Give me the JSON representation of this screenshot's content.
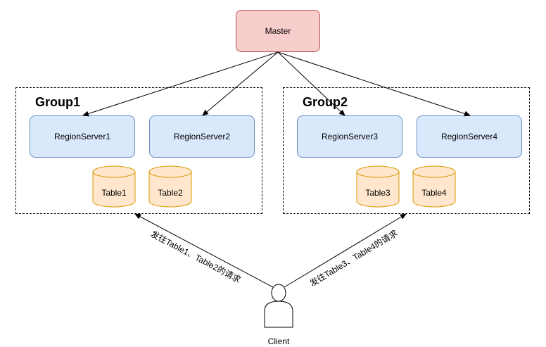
{
  "master": {
    "label": "Master"
  },
  "groups": [
    {
      "label": "Group1"
    },
    {
      "label": "Group2"
    }
  ],
  "region_servers": [
    {
      "label": "RegionServer1"
    },
    {
      "label": "RegionServer2"
    },
    {
      "label": "RegionServer3"
    },
    {
      "label": "RegionServer4"
    }
  ],
  "tables": [
    {
      "label": "Table1"
    },
    {
      "label": "Table2"
    },
    {
      "label": "Table3"
    },
    {
      "label": "Table4"
    }
  ],
  "client": {
    "label": "Client"
  },
  "requests": [
    {
      "label": "发往Table1、Table2的请求"
    },
    {
      "label": "发往Table3、Table4的请求"
    }
  ],
  "colors": {
    "master_fill": "#f8cecc",
    "master_stroke": "#b85450",
    "rs_fill": "#dae8fc",
    "rs_stroke": "#6c8ebf",
    "table_fill": "#ffe6cc",
    "table_stroke": "#d79b00"
  }
}
